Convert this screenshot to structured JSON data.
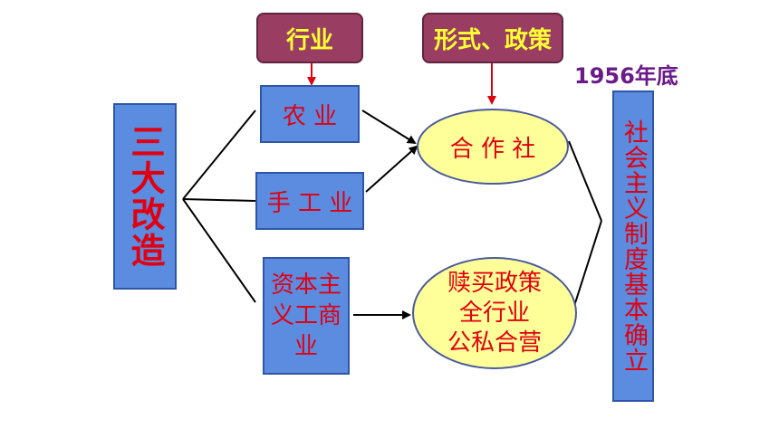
{
  "top_labels": {
    "industry": "行业",
    "form_policy": "形式、政策"
  },
  "main": {
    "title": "三大改造"
  },
  "sectors": {
    "agriculture": "农 业",
    "handicraft": "手 工 业",
    "capitalist": "资本主义工商业"
  },
  "outcomes": {
    "cooperative": "合 作 社",
    "redemption": [
      "赎买政策",
      "全行业",
      "公私合营"
    ]
  },
  "result": {
    "year": "1956年底",
    "text": "社会主义制度基本确立"
  },
  "colors": {
    "box_blue": "#5b8ce0",
    "label_maroon": "#9a3d63",
    "label_text": "#ffff33",
    "ellipse_fill": "#ffff99",
    "text_red": "#e00010"
  }
}
